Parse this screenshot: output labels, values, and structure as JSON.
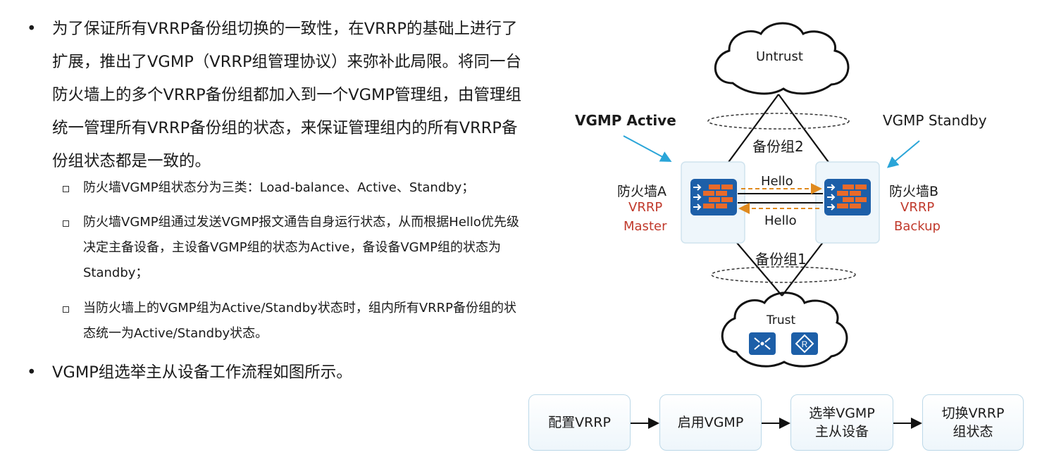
{
  "left": {
    "bullets": [
      {
        "text": "为了保证所有VRRP备份组切换的一致性，在VRRP的基础上进行了扩展，推出了VGMP（VRRP组管理协议）来弥补此局限。将同一台防火墙上的多个VRRP备份组都加入到一个VGMP管理组，由管理组统一管理所有VRRP备份组的状态，来保证管理组内的所有VRRP备份组状态都是一致的。"
      },
      {
        "text": "VGMP组选举主从设备工作流程如图所示。"
      }
    ],
    "sub_bullets": [
      {
        "text": "防火墙VGMP组状态分为三类：Load-balance、Active、Standby；"
      },
      {
        "text": "防火墙VGMP组通过发送VGMP报文通告自身运行状态，从而根据Hello优先级决定主备设备，主设备VGMP组的状态为Active，备设备VGMP组的状态为Standby；"
      },
      {
        "text": "当防火墙上的VGMP组为Active/Standby状态时，组内所有VRRP备份组的状态统一为Active/Standby状态。"
      }
    ],
    "bullet_symbol": "•"
  },
  "diagram": {
    "untrust_label": "Untrust",
    "trust_label": "Trust",
    "vgmp_active_label": "VGMP Active",
    "vgmp_standby_label": "VGMP Standby",
    "group2_label": "备份组2",
    "group1_label": "备份组1",
    "hello_top_label": "Hello",
    "hello_bottom_label": "Hello",
    "fw_a": {
      "name": "防火墙A",
      "role_line1": "VRRP",
      "role_line2": "Master"
    },
    "fw_b": {
      "name": "防火墙B",
      "role_line1": "VRRP",
      "role_line2": "Backup"
    },
    "colors": {
      "accent_blue": "#1d5fa8",
      "role_red": "#c0392b",
      "hello_orange": "#e08a1e",
      "pointer_blue": "#2aa5d8"
    }
  },
  "flow": {
    "steps": [
      {
        "label": "配置VRRP"
      },
      {
        "label": "启用VGMP"
      },
      {
        "label": "选举VGMP\n主从设备"
      },
      {
        "label": "切换VRRP\n组状态"
      }
    ]
  }
}
